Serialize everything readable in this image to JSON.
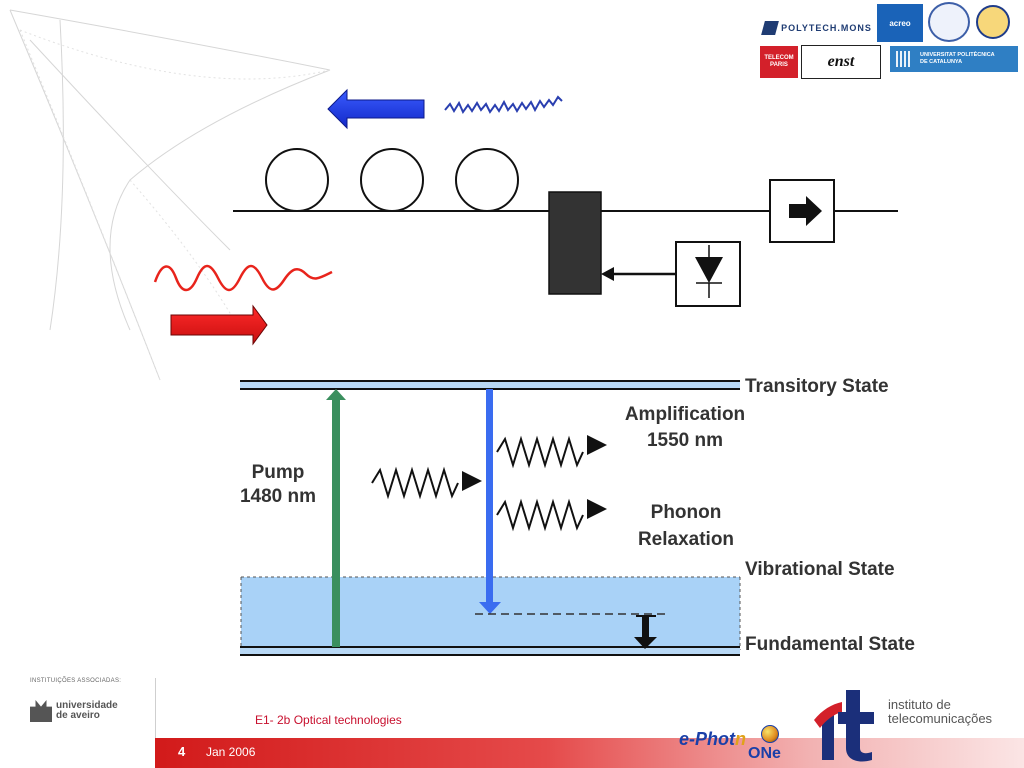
{
  "logos": {
    "polytech": "POLYTECH.MONS",
    "acreo": "acreo",
    "telecom": "TELECOM PARIS",
    "enst": "enst",
    "upc_line1": "UNIVERSITAT POLITÈCNICA",
    "upc_line2": "DE CATALUNYA"
  },
  "diagram": {
    "levels": {
      "transitory": "Transitory State",
      "vibrational": "Vibrational State",
      "fundamental": "Fundamental State"
    },
    "pump_line1": "Pump",
    "pump_line2": "1480 nm",
    "amp_line1": "Amplification",
    "amp_line2": "1550 nm",
    "phonon_line1": "Phonon",
    "phonon_line2": "Relaxation"
  },
  "colors": {
    "pump_arrow": "#3a8f5e",
    "emission_arrow": "#3a6cf0",
    "signal_arrow": "#e21a1a",
    "backward_arrow": "#1f3fe0",
    "band_fill": "#a9d2f7",
    "level_line": "#b8d8f5"
  },
  "footer": {
    "assoc_label": "INSTITUIÇÕES ASSOCIADAS:",
    "aveiro_line1": "universidade",
    "aveiro_line2": "de aveiro",
    "title": "E1- 2b Optical technologies",
    "slide_number": "4",
    "date": "Jan 2006",
    "ephoton": "e-Phot",
    "ephoton_n": "n",
    "eone": "ONe",
    "it_line1": "instituto de",
    "it_line2": "telecomunicações"
  }
}
